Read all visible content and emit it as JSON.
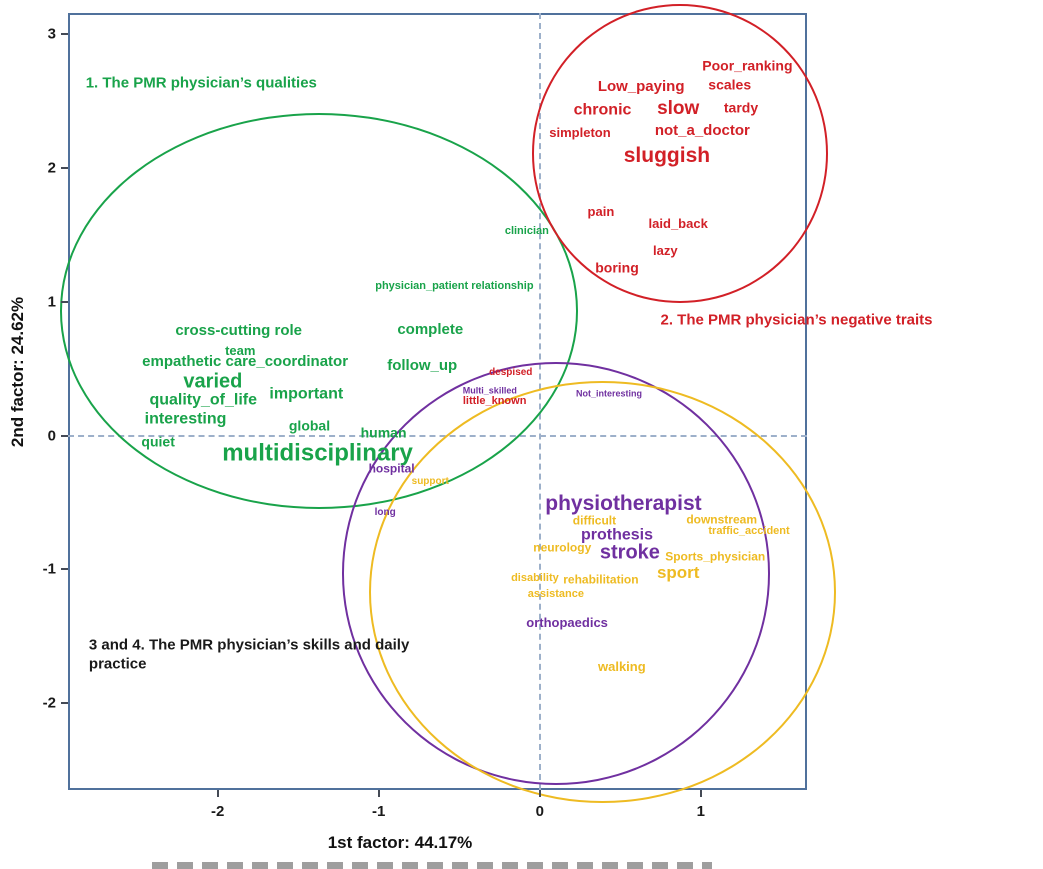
{
  "colors": {
    "green": "#19a34a",
    "red": "#d22027",
    "purple": "#7030a0",
    "yellow": "#eebb22",
    "black": "#1a1a1a",
    "box_border": "#50719c",
    "dashed_line": "#9db0ca"
  },
  "chart_data": {
    "type": "scatter",
    "subtype": "correspondence-analysis-word-map",
    "xlabel": "1st factor: 44.17%",
    "ylabel": "2nd factor: 24.62%",
    "xlim": [
      -2.93,
      1.66
    ],
    "ylim": [
      -2.65,
      3.16
    ],
    "x_ticks": [
      -2,
      -1,
      0,
      1
    ],
    "y_ticks": [
      3,
      2,
      1,
      0,
      -1,
      -2
    ],
    "grid": "dashed zero-lines only",
    "cluster_labels": [
      {
        "text": "1. The PMR physician’s qualities",
        "x": -2.82,
        "y": 2.63,
        "group": "green"
      },
      {
        "text": "2. The PMR physician’s negative traits",
        "x": 0.75,
        "y": 0.86,
        "group": "red"
      },
      {
        "text": "3 and 4. The PMR physician’s skills and daily\npractice",
        "x": -2.8,
        "y": -1.64,
        "group": "black"
      }
    ],
    "ellipses": [
      {
        "name": "qualities",
        "group": "green",
        "cx": -1.37,
        "cy": 0.93,
        "rx": 1.61,
        "ry": 1.48
      },
      {
        "name": "negative-traits",
        "group": "red",
        "cx": 0.87,
        "cy": 2.11,
        "rx": 0.92,
        "ry": 1.12
      },
      {
        "name": "skills",
        "group": "purple",
        "cx": 0.1,
        "cy": -1.03,
        "rx": 1.33,
        "ry": 1.58
      },
      {
        "name": "daily-practice",
        "group": "yellow",
        "cx": 0.39,
        "cy": -1.17,
        "rx": 1.45,
        "ry": 1.58
      }
    ],
    "words": [
      {
        "text": "clinician",
        "x": -0.08,
        "y": 1.52,
        "size": 11,
        "group": "green"
      },
      {
        "text": "physician_patient relationship",
        "x": -0.53,
        "y": 1.11,
        "size": 11,
        "group": "green"
      },
      {
        "text": "cross-cutting role",
        "x": -1.87,
        "y": 0.78,
        "size": 15,
        "group": "green"
      },
      {
        "text": "team",
        "x": -1.86,
        "y": 0.63,
        "size": 13,
        "group": "green"
      },
      {
        "text": "empathetic care_coordinator",
        "x": -1.83,
        "y": 0.55,
        "size": 15,
        "group": "green"
      },
      {
        "text": "complete",
        "x": -0.68,
        "y": 0.79,
        "size": 15,
        "group": "green"
      },
      {
        "text": "follow_up",
        "x": -0.73,
        "y": 0.52,
        "size": 15,
        "group": "green"
      },
      {
        "text": "varied",
        "x": -2.03,
        "y": 0.4,
        "size": 20,
        "group": "green"
      },
      {
        "text": "quality_of_life",
        "x": -2.09,
        "y": 0.26,
        "size": 16,
        "group": "green"
      },
      {
        "text": "important",
        "x": -1.45,
        "y": 0.3,
        "size": 16,
        "group": "green"
      },
      {
        "text": "interesting",
        "x": -2.2,
        "y": 0.12,
        "size": 16,
        "group": "green"
      },
      {
        "text": "global",
        "x": -1.43,
        "y": 0.07,
        "size": 14,
        "group": "green"
      },
      {
        "text": "quiet",
        "x": -2.37,
        "y": -0.05,
        "size": 14,
        "group": "green"
      },
      {
        "text": "human",
        "x": -0.97,
        "y": 0.02,
        "size": 14,
        "group": "green"
      },
      {
        "text": "multidisciplinary",
        "x": -1.38,
        "y": -0.13,
        "size": 24,
        "group": "green"
      },
      {
        "text": "Poor_ranking",
        "x": 1.29,
        "y": 2.76,
        "size": 14,
        "group": "red"
      },
      {
        "text": "scales",
        "x": 1.18,
        "y": 2.62,
        "size": 14,
        "group": "red"
      },
      {
        "text": "Low_paying",
        "x": 0.63,
        "y": 2.61,
        "size": 15,
        "group": "red"
      },
      {
        "text": "chronic",
        "x": 0.39,
        "y": 2.43,
        "size": 16,
        "group": "red"
      },
      {
        "text": "slow",
        "x": 0.86,
        "y": 2.44,
        "size": 19,
        "group": "red"
      },
      {
        "text": "tardy",
        "x": 1.25,
        "y": 2.45,
        "size": 14,
        "group": "red"
      },
      {
        "text": "simpleton",
        "x": 0.25,
        "y": 2.26,
        "size": 13,
        "group": "red"
      },
      {
        "text": "not_a_doctor",
        "x": 1.01,
        "y": 2.28,
        "size": 15,
        "group": "red"
      },
      {
        "text": "sluggish",
        "x": 0.79,
        "y": 2.09,
        "size": 21,
        "group": "red"
      },
      {
        "text": "pain",
        "x": 0.38,
        "y": 1.67,
        "size": 13,
        "group": "red"
      },
      {
        "text": "laid_back",
        "x": 0.86,
        "y": 1.58,
        "size": 13,
        "group": "red"
      },
      {
        "text": "lazy",
        "x": 0.78,
        "y": 1.38,
        "size": 13,
        "group": "red"
      },
      {
        "text": "boring",
        "x": 0.48,
        "y": 1.25,
        "size": 14,
        "group": "red"
      },
      {
        "text": "despised",
        "x": -0.18,
        "y": 0.47,
        "size": 10,
        "group": "red"
      },
      {
        "text": "little_known",
        "x": -0.28,
        "y": 0.25,
        "size": 11,
        "group": "red"
      },
      {
        "text": "Multi_skilled",
        "x": -0.31,
        "y": 0.33,
        "size": 9,
        "group": "purple"
      },
      {
        "text": "Not_interesting",
        "x": 0.43,
        "y": 0.31,
        "size": 9,
        "group": "purple"
      },
      {
        "text": "hospital",
        "x": -0.92,
        "y": -0.25,
        "size": 12,
        "group": "purple"
      },
      {
        "text": "long",
        "x": -0.96,
        "y": -0.58,
        "size": 10,
        "group": "purple"
      },
      {
        "text": "physiotherapist",
        "x": 0.52,
        "y": -0.51,
        "size": 21,
        "group": "purple"
      },
      {
        "text": "prothesis",
        "x": 0.48,
        "y": -0.75,
        "size": 16,
        "group": "purple"
      },
      {
        "text": "stroke",
        "x": 0.56,
        "y": -0.88,
        "size": 20,
        "group": "purple"
      },
      {
        "text": "orthopaedics",
        "x": 0.17,
        "y": -1.4,
        "size": 13,
        "group": "purple"
      },
      {
        "text": "support",
        "x": -0.68,
        "y": -0.35,
        "size": 10,
        "group": "yellow"
      },
      {
        "text": "difficult",
        "x": 0.34,
        "y": -0.64,
        "size": 12,
        "group": "yellow"
      },
      {
        "text": "downstream",
        "x": 1.13,
        "y": -0.63,
        "size": 12,
        "group": "yellow"
      },
      {
        "text": "traffic_accident",
        "x": 1.3,
        "y": -0.72,
        "size": 11,
        "group": "yellow"
      },
      {
        "text": "neurology",
        "x": 0.14,
        "y": -0.84,
        "size": 12,
        "group": "yellow"
      },
      {
        "text": "Sports_physician",
        "x": 1.09,
        "y": -0.91,
        "size": 12,
        "group": "yellow"
      },
      {
        "text": "disability",
        "x": -0.03,
        "y": -1.07,
        "size": 11,
        "group": "yellow"
      },
      {
        "text": "rehabilitation",
        "x": 0.38,
        "y": -1.08,
        "size": 12,
        "group": "yellow"
      },
      {
        "text": "sport",
        "x": 0.86,
        "y": -1.03,
        "size": 17,
        "group": "yellow"
      },
      {
        "text": "assistance",
        "x": 0.1,
        "y": -1.19,
        "size": 11,
        "group": "yellow"
      },
      {
        "text": "walking",
        "x": 0.51,
        "y": -1.73,
        "size": 13,
        "group": "yellow"
      }
    ]
  }
}
